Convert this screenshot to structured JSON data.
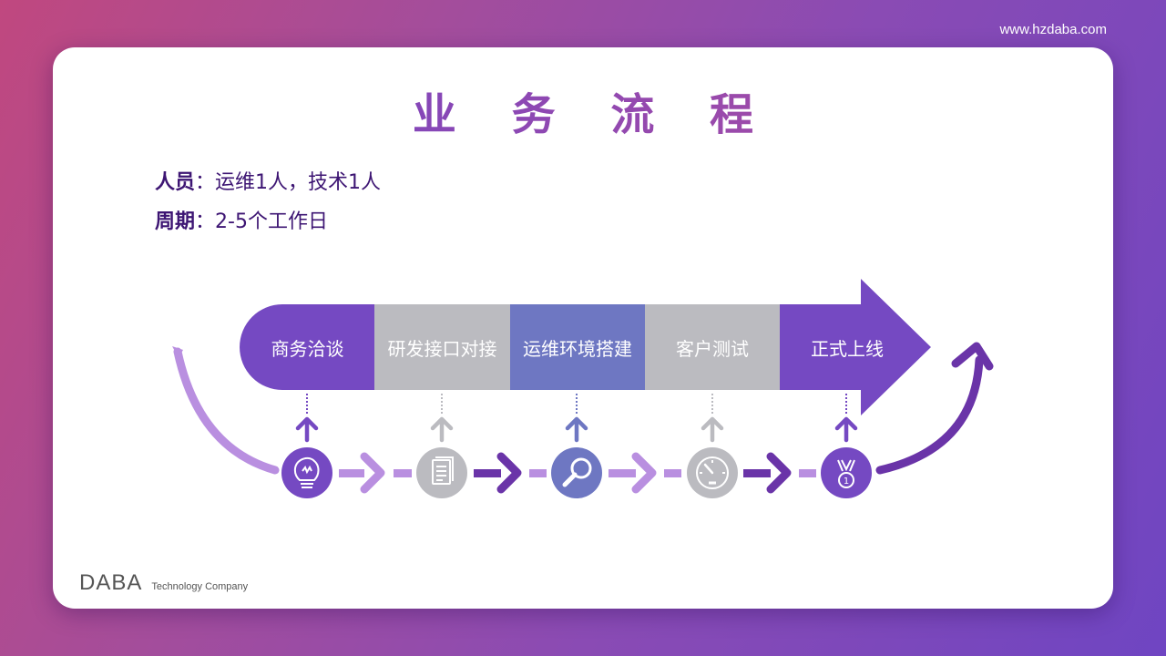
{
  "header": {
    "url": "www.hzdaba.com"
  },
  "title": "业 务 流 程",
  "info": [
    {
      "label": "人员",
      "sep": "：",
      "value": "运维1人，技术1人"
    },
    {
      "label": "周期",
      "sep": "：",
      "value": "2-5个工作日"
    }
  ],
  "steps": [
    {
      "label": "商务洽谈",
      "color": "#7549c2",
      "icon": "lightbulb-icon"
    },
    {
      "label": "研发接口对接",
      "color": "#bbbbc0",
      "icon": "document-icon"
    },
    {
      "label": "运维环境搭建",
      "color": "#6e77c2",
      "icon": "magnifier-icon"
    },
    {
      "label": "客户测试",
      "color": "#bbbbc0",
      "icon": "gauge-icon"
    },
    {
      "label": "正式上线",
      "color": "#7549c2",
      "icon": "medal-icon"
    }
  ],
  "colors": {
    "purple_dark": "#6a34a8",
    "purple_light": "#b98fe0",
    "gray": "#bbbbc0"
  },
  "footer": {
    "brand": "DABA",
    "tagline": "Technology Company"
  }
}
